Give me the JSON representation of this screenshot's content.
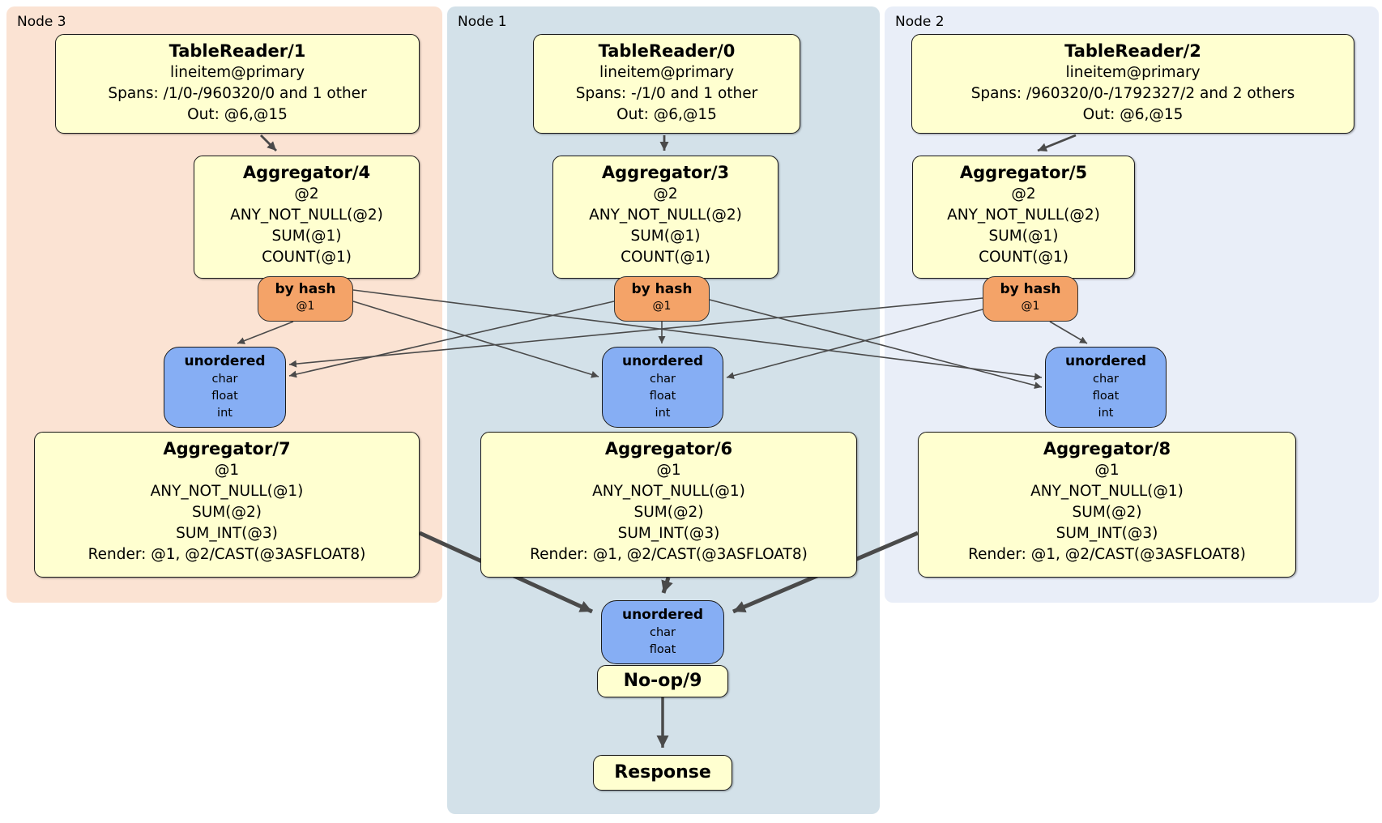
{
  "groups": {
    "node3": {
      "label": "Node 3"
    },
    "node1": {
      "label": "Node 1"
    },
    "node2": {
      "label": "Node 2"
    }
  },
  "colors": {
    "node3-bg": "#fbe3d3",
    "node1-bg": "#d3e1e9",
    "node2-bg": "#e9eef8",
    "processor-bg": "#ffffd0",
    "processor-border": "#1a1a1a",
    "router-bg": "#f4a368",
    "sync-bg": "#86aef4",
    "edge": "#4a4a4a",
    "text": "#000000"
  },
  "boxes": {
    "tr1": {
      "title": "TableReader/1",
      "lines": [
        "lineitem@primary",
        "Spans: /1/0-/960320/0 and 1 other",
        "Out: @6,@15"
      ]
    },
    "agg4": {
      "title": "Aggregator/4",
      "lines": [
        "@2",
        "ANY_NOT_NULL(@2)",
        "SUM(@1)",
        "COUNT(@1)"
      ]
    },
    "router3": {
      "title": "by hash",
      "lines": [
        "@1"
      ]
    },
    "sync3": {
      "title": "unordered",
      "lines": [
        "char",
        "float",
        "int"
      ]
    },
    "agg7": {
      "title": "Aggregator/7",
      "lines": [
        "@1",
        "ANY_NOT_NULL(@1)",
        "SUM(@2)",
        "SUM_INT(@3)",
        "Render: @1, @2/CAST(@3ASFLOAT8)"
      ]
    },
    "tr0": {
      "title": "TableReader/0",
      "lines": [
        "lineitem@primary",
        "Spans: -/1/0 and 1 other",
        "Out: @6,@15"
      ]
    },
    "agg3": {
      "title": "Aggregator/3",
      "lines": [
        "@2",
        "ANY_NOT_NULL(@2)",
        "SUM(@1)",
        "COUNT(@1)"
      ]
    },
    "router1": {
      "title": "by hash",
      "lines": [
        "@1"
      ]
    },
    "sync1": {
      "title": "unordered",
      "lines": [
        "char",
        "float",
        "int"
      ]
    },
    "agg6": {
      "title": "Aggregator/6",
      "lines": [
        "@1",
        "ANY_NOT_NULL(@1)",
        "SUM(@2)",
        "SUM_INT(@3)",
        "Render: @1, @2/CAST(@3ASFLOAT8)"
      ]
    },
    "tr2": {
      "title": "TableReader/2",
      "lines": [
        "lineitem@primary",
        "Spans: /960320/0-/1792327/2 and 2 others",
        "Out: @6,@15"
      ]
    },
    "agg5": {
      "title": "Aggregator/5",
      "lines": [
        "@2",
        "ANY_NOT_NULL(@2)",
        "SUM(@1)",
        "COUNT(@1)"
      ]
    },
    "router2": {
      "title": "by hash",
      "lines": [
        "@1"
      ]
    },
    "sync2": {
      "title": "unordered",
      "lines": [
        "char",
        "float",
        "int"
      ]
    },
    "agg8": {
      "title": "Aggregator/8",
      "lines": [
        "@1",
        "ANY_NOT_NULL(@1)",
        "SUM(@2)",
        "SUM_INT(@3)",
        "Render: @1, @2/CAST(@3ASFLOAT8)"
      ]
    },
    "sync_final": {
      "title": "unordered",
      "lines": [
        "char",
        "float"
      ]
    },
    "noop": {
      "title": "No-op/9"
    },
    "response": {
      "title": "Response"
    }
  }
}
